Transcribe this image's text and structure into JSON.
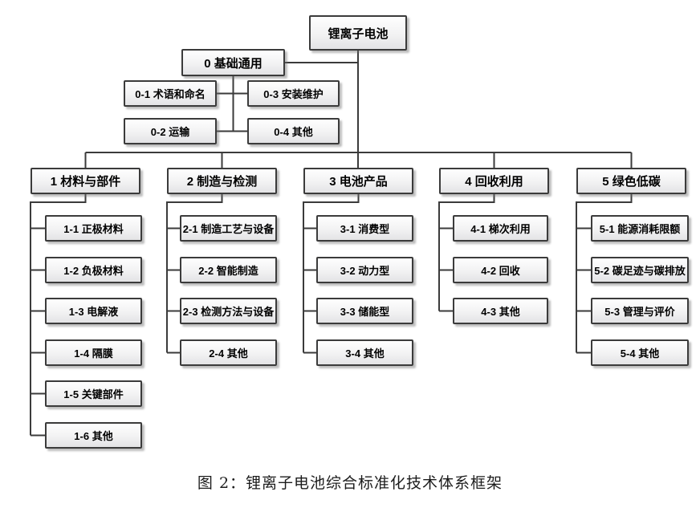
{
  "figure": {
    "caption": "图 2：锂离子电池综合标准化技术体系框架"
  },
  "tree": {
    "root": {
      "label": "锂离子电池"
    },
    "base": {
      "label": "0 基础通用",
      "children": [
        "0-1 术语和命名",
        "0-2 运输",
        "0-3 安装维护",
        "0-4 其他"
      ]
    },
    "branches": [
      {
        "label": "1 材料与部件",
        "children": [
          "1-1 正极材料",
          "1-2 负极材料",
          "1-3 电解液",
          "1-4 隔膜",
          "1-5 关键部件",
          "1-6 其他"
        ]
      },
      {
        "label": "2 制造与检测",
        "children": [
          "2-1 制造工艺与设备",
          "2-2 智能制造",
          "2-3 检测方法与设备",
          "2-4 其他"
        ]
      },
      {
        "label": "3 电池产品",
        "children": [
          "3-1 消费型",
          "3-2 动力型",
          "3-3 储能型",
          "3-4 其他"
        ]
      },
      {
        "label": "4 回收利用",
        "children": [
          "4-1 梯次利用",
          "4-2 回收",
          "4-3 其他"
        ]
      },
      {
        "label": "5 绿色低碳",
        "children": [
          "5-1 能源消耗限额",
          "5-2 碳足迹与碳排放",
          "5-3 管理与评价",
          "5-4 其他"
        ]
      }
    ]
  },
  "style": {
    "box_border_color": "#3b3b3b",
    "box_fill_top": "#fefefe",
    "box_fill_bottom": "#e3e3e5",
    "connector_color": "#3b3b3b",
    "text_color": "#000000",
    "background_color": "#ffffff"
  }
}
